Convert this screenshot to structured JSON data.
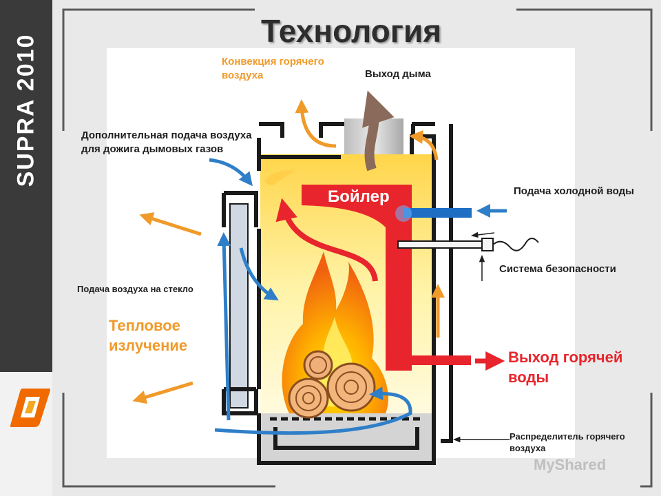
{
  "sidebar": {
    "brand": "SUPRA 2010",
    "logo_icon": "brand-logo-icon"
  },
  "title": "Технология",
  "labels": {
    "convection": "Конвекция горячего воздуха",
    "smoke_exit": "Выход дыма",
    "extra_air": "Дополнительная подача воздуха для дожига дымовых газов",
    "boiler": "Бойлер",
    "cold_water": "Подача холодной воды",
    "safety": "Система безопасности",
    "glass_air": "Подача воздуха на стекло",
    "heat_radiation": "Тепловое излучение",
    "hot_water": "Выход горячей воды",
    "distributor": "Распределитель горячего воздуха"
  },
  "watermark": "MyShared",
  "colors": {
    "sidebar": "#3a3a3a",
    "orange": "#f09a2a",
    "red": "#e8252c",
    "blue": "#1e6fc4",
    "steel_blue": "#2f7fc8",
    "yellow": "#ffe070",
    "brown": "#8a6a5a"
  }
}
